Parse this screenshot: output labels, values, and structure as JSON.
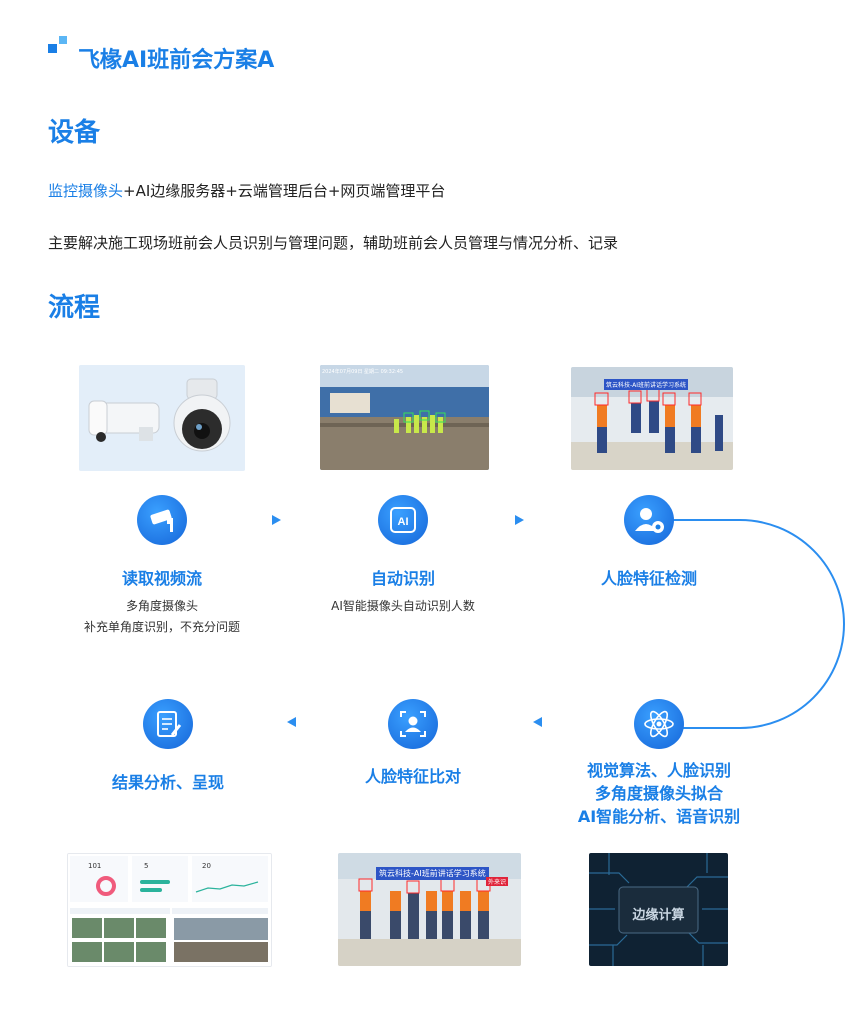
{
  "header": {
    "title": "飞椽AI班前会方案A"
  },
  "equipment": {
    "heading": "设备",
    "line1_highlight": "监控摄像头",
    "line1_rest": "+AI边缘服务器+云端管理后台+网页端管理平台",
    "line2": "主要解决施工现场班前会人员识别与管理问题，辅助班前会人员管理与情况分析、记录"
  },
  "process": {
    "heading": "流程",
    "steps": [
      {
        "label": "读取视频流",
        "desc1": "多角度摄像头",
        "desc2": "补充单角度识别，不充分问题"
      },
      {
        "label": "自动识别",
        "desc1": "AI智能摄像头自动识别人数"
      },
      {
        "label": "人脸特征检测"
      },
      {
        "label1": "视觉算法、人脸识别",
        "label2": "多角度摄像头拟合",
        "label3": "AI智能分析、语音识别"
      },
      {
        "label": "人脸特征比对"
      },
      {
        "label": "结果分析、呈现"
      }
    ]
  },
  "images": {
    "site_caption": "2024年07月09日 星期二 09:32:45",
    "banner1": "筑云科技-AI班前讲话学习系统",
    "banner2": "筑云科技-AI班前讲话学习系统",
    "badge": "外来识",
    "dashboard": {
      "stat1": "101",
      "stat2": "5",
      "stat3": "20"
    },
    "chip_label": "边缘计算"
  },
  "colors": {
    "accent": "#1a7fe6",
    "accent_light": "#5bb6f5",
    "line": "#2b8ef0"
  }
}
